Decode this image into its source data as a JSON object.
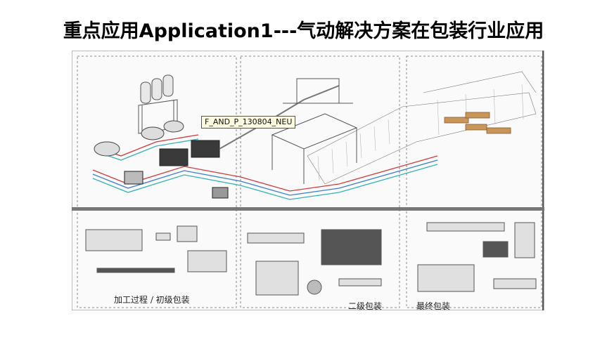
{
  "title": "重点应用Application1---气动解决方案在包装行业应用",
  "diagram": {
    "tooltip_label": "F_AND_P_130804_NEU",
    "captions": {
      "primary": "加工过程 / 初级包装",
      "secondary": "二级包装",
      "final": "最终包装"
    }
  },
  "colors": {
    "border": "#888888",
    "divider": "#777777",
    "pipe_red": "#d43a3a",
    "pipe_blue": "#3a7fd4",
    "pipe_cyan": "#34b3b8"
  }
}
